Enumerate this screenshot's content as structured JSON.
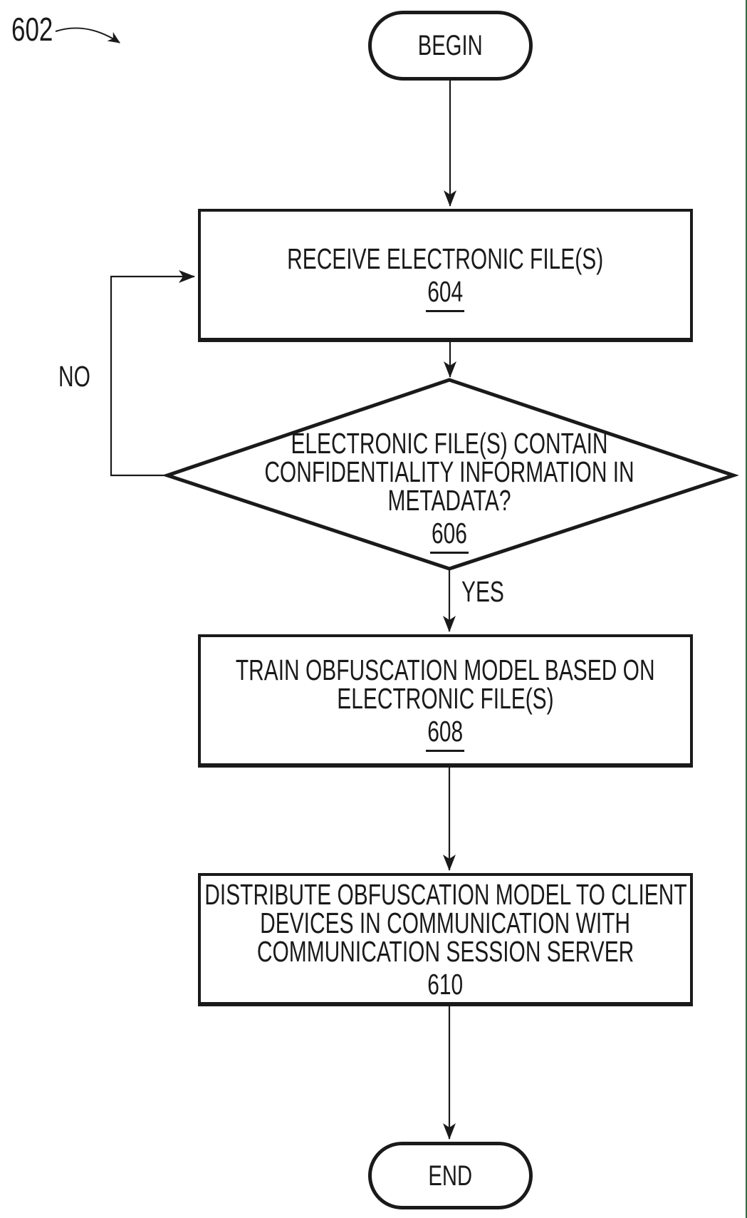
{
  "figure": {
    "reference_label": "602",
    "colors": {
      "ink": "#1a1a1a",
      "background": "#ffffff",
      "scan_edge_artifact": "#356a46"
    }
  },
  "nodes": {
    "begin": {
      "type": "terminator",
      "label": "BEGIN"
    },
    "receive": {
      "type": "process",
      "ref": "604",
      "lines": [
        "RECEIVE ELECTRONIC FILE(S)"
      ]
    },
    "decision": {
      "type": "decision",
      "ref": "606",
      "lines": [
        "ELECTRONIC FILE(S) CONTAIN",
        "CONFIDENTIALITY INFORMATION IN",
        "METADATA?"
      ]
    },
    "train": {
      "type": "process",
      "ref": "608",
      "lines": [
        "TRAIN OBFUSCATION MODEL BASED ON",
        "ELECTRONIC FILE(S)"
      ]
    },
    "distribute": {
      "type": "process",
      "ref": "610",
      "lines": [
        "DISTRIBUTE OBFUSCATION MODEL TO CLIENT",
        "DEVICES IN COMMUNICATION WITH",
        "COMMUNICATION SESSION SERVER"
      ]
    },
    "end": {
      "type": "terminator",
      "label": "END"
    }
  },
  "branches": {
    "no": "NO",
    "yes": "YES"
  }
}
